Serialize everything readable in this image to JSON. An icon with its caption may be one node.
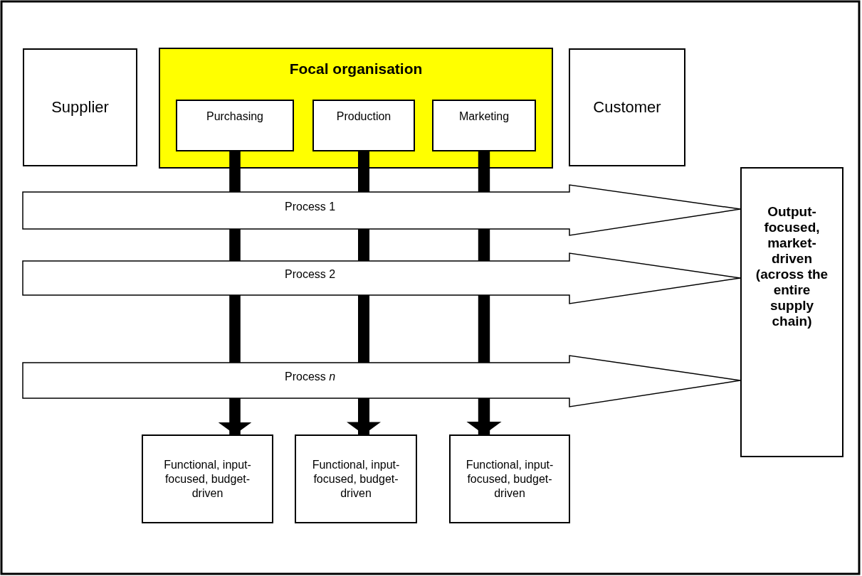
{
  "diagram": {
    "nodes": [
      {
        "text": [
          "Supplier"
        ]
      },
      {
        "text": [
          "Focal organisation"
        ]
      },
      {
        "text": [
          "Purchasing"
        ],
        "in": 1
      },
      {
        "text": [
          "Production"
        ],
        "in": 1
      },
      {
        "text": [
          "Marketing"
        ],
        "in": 1
      },
      {
        "text": [
          "Customer"
        ]
      },
      {
        "text": [
          "Output-focused, market-driven (across the entire supply chain)"
        ]
      },
      {
        "text": [
          "Functional, input-focused, budget-driven"
        ]
      },
      {
        "text": [
          "Functional, input-focused, budget-driven"
        ]
      },
      {
        "text": [
          "Functional, input- focused, budget-driven"
        ]
      }
    ],
    "edges": [
      {
        "from": 2,
        "to": 7,
        "arrow": "to"
      },
      {
        "from": 3,
        "to": 8,
        "arrow": "to"
      },
      {
        "from": 4,
        "to": 9,
        "arrow": "to"
      },
      {
        "from": null,
        "to": 6,
        "arrow": "to",
        "label": "Process 1"
      },
      {
        "from": null,
        "to": 6,
        "arrow": "to",
        "label": "Process 2"
      },
      {
        "from": null,
        "to": 6,
        "arrow": "to",
        "label": "Process *n*"
      }
    ]
  }
}
